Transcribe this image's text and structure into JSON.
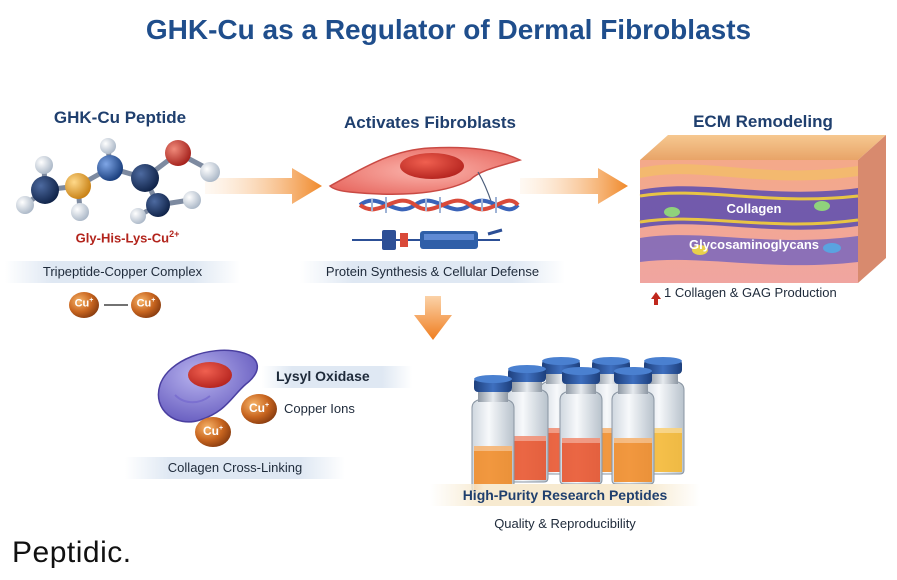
{
  "title": "GHK-Cu as a Regulator of Dermal Fibroblasts",
  "peptide": {
    "heading": "GHK-Cu Peptide",
    "formula_base": "Gly-His-Lys-Cu",
    "formula_sup": "2+",
    "band_label": "Tripeptide-Copper Complex",
    "ion_a": "Cu",
    "ion_a_sup": "+",
    "ion_b": "Cu",
    "ion_b_sup": "+"
  },
  "fibroblast": {
    "heading": "Activates Fibroblasts",
    "band_label": "Protein Synthesis & Cellular Defense"
  },
  "ecm": {
    "heading": "ECM Remodeling",
    "layer_collagen": "Collagen",
    "layer_gag": "Glycosaminoglycans",
    "result": "1 Collagen & GAG Production"
  },
  "lox": {
    "label": "Lysyl Oxidase",
    "copper_label": "Copper Ions",
    "ion1": "Cu",
    "ion1_sup": "+",
    "ion2": "Cu",
    "ion2_sup": "+",
    "band_label": "Collagen Cross-Linking"
  },
  "vials": {
    "band_label": "High-Purity Research Peptides",
    "sub_label": "Quality & Reproducibility",
    "cap_color": "#2f5fa8",
    "liquid_colors": [
      "#e8522a",
      "#f08a24",
      "#f5b731"
    ]
  },
  "brand": "Peptidic.",
  "colors": {
    "title": "#1f4e8c",
    "arrow": "#f0892a",
    "cell": "#e45a5a",
    "copper": "#c8651f"
  }
}
